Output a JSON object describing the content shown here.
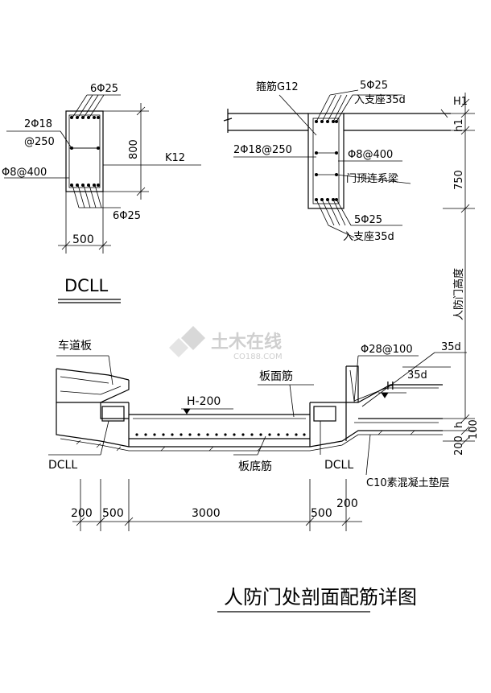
{
  "title": "人防门处剖面配筋详图",
  "watermark": {
    "main": "土木在线",
    "sub": "CO188.COM"
  },
  "beam_section": {
    "label": "DCLL",
    "top_bars": "6Φ25",
    "side_bars": "2Φ18",
    "side_spacing": "@250",
    "stirrup": "Φ8@400",
    "height": "800",
    "width": "500",
    "bottom_bars": "6Φ25",
    "ref": "K12"
  },
  "door_section": {
    "stirrup_label": "箍筋G12",
    "top_bars": "5Φ25",
    "top_anchor": "入支座35d",
    "side_bars": "2Φ18@250",
    "stirrup": "Φ8@400",
    "beam_name": "门顶连系梁",
    "bottom_bars": "5Φ25",
    "bottom_anchor": "入支座35d",
    "dim_h1_upper": "H1",
    "dim_h1": "h1",
    "dim_750": "750",
    "door_height": "人防门高度"
  },
  "floor_section": {
    "ramp_slab": "车道板",
    "top_rebar": "板面筋",
    "level": "H-200",
    "rebar": "Φ28@100",
    "anchor_a": "35d",
    "anchor_b": "35d",
    "level_right": "H",
    "beam_left": "DCLL",
    "bottom_rebar": "板底筋",
    "beam_right": "DCLL",
    "cushion": "C10素混凝土垫层",
    "dim_h": "h",
    "dim_100": "100",
    "dim_200_v": "200"
  },
  "bottom_dims": [
    "200",
    "500",
    "3000",
    "500",
    "200"
  ]
}
